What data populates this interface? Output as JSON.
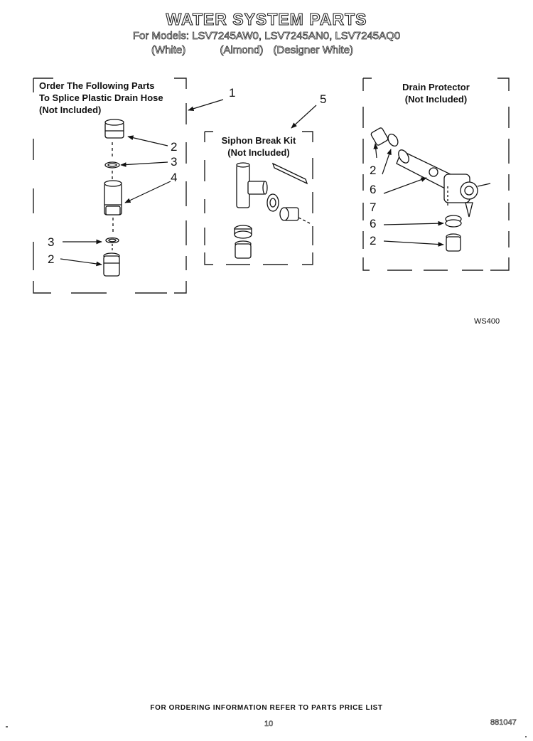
{
  "title": "WATER SYSTEM PARTS",
  "subtitle_models": "For Models: LSV7245AW0, LSV7245AN0, LSV7245AQ0",
  "subtitle_colors": [
    "(White)",
    "(Almond)",
    "(Designer White)"
  ],
  "box_left": {
    "lines": [
      "Order The Following Parts",
      "To Splice Plastic Drain Hose",
      "(Not Included)"
    ]
  },
  "box_middle": {
    "lines": [
      "Siphon Break Kit",
      "(Not Included)"
    ]
  },
  "box_right": {
    "lines": [
      "Drain Protector",
      "(Not Included)"
    ]
  },
  "callouts": {
    "c1": "1",
    "c5": "5",
    "left_2a": "2",
    "left_3a": "3",
    "left_4": "4",
    "left_3b": "3",
    "left_2b": "2",
    "right_2a": "2",
    "right_6a": "6",
    "right_7": "7",
    "right_6b": "6",
    "right_2b": "2"
  },
  "diagram_code": "WS400",
  "footer_text": "FOR ORDERING INFORMATION REFER TO PARTS PRICE LIST",
  "page_number": "10",
  "doc_number": "881047"
}
